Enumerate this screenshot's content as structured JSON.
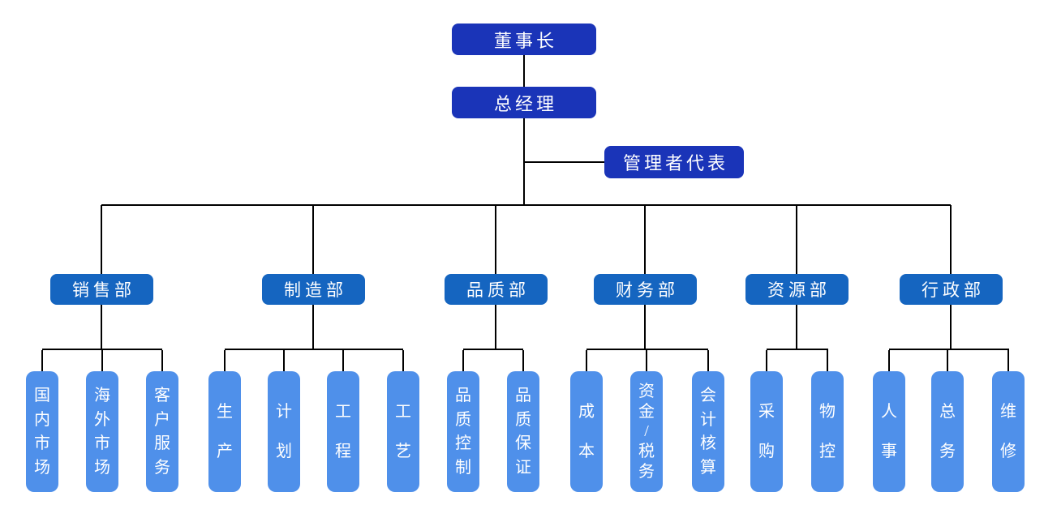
{
  "colors": {
    "level1": "#1a34b8",
    "level2": "#1565c0",
    "level3": "#4f90ea",
    "line": "#000000",
    "text": "#ffffff",
    "background": "#ffffff"
  },
  "org": {
    "chairman": "董事长",
    "general_manager": "总经理",
    "management_rep": "管理者代表",
    "departments": [
      {
        "label": "销售部",
        "children": [
          "国内市场",
          "海外市场",
          "客户服务"
        ]
      },
      {
        "label": "制造部",
        "children": [
          "生产",
          "计划",
          "工程",
          "工艺"
        ]
      },
      {
        "label": "品质部",
        "children": [
          "品质控制",
          "品质保证"
        ]
      },
      {
        "label": "财务部",
        "children": [
          "成本",
          "资金/税务",
          "会计核算"
        ]
      },
      {
        "label": "资源部",
        "children": [
          "采购",
          "物控"
        ]
      },
      {
        "label": "行政部",
        "children": [
          "人事",
          "总务",
          "维修"
        ]
      }
    ]
  }
}
